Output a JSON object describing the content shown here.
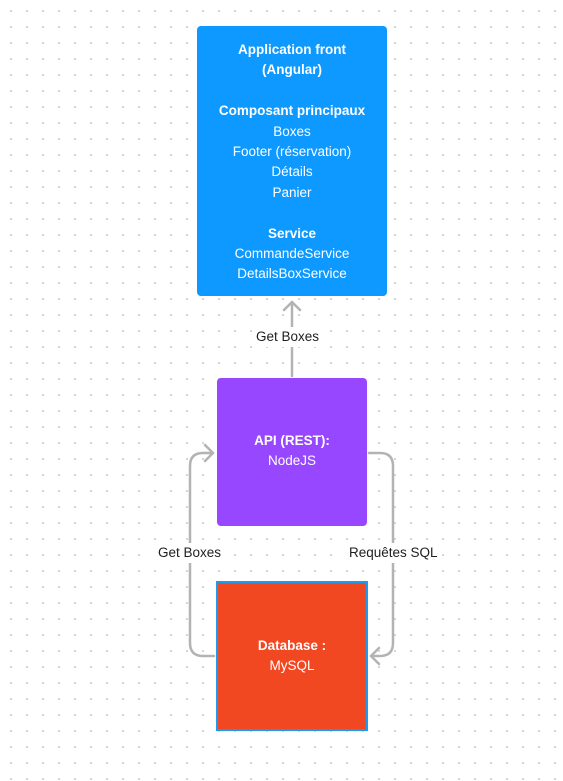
{
  "nodes": {
    "front": {
      "title_1": "Application front",
      "title_2": "(Angular)",
      "section_components": "Composant principaux",
      "components": [
        "Boxes",
        "Footer (réservation)",
        "Détails",
        "Panier"
      ],
      "section_service": "Service",
      "services": [
        "CommandeService",
        "DetailsBoxService"
      ],
      "color": "#0d99ff"
    },
    "api": {
      "title": "API (REST):",
      "subtitle": "NodeJS",
      "color": "#9747ff"
    },
    "database": {
      "title": "Database :",
      "subtitle": "MySQL",
      "color": "#f24822"
    }
  },
  "edges": {
    "api_to_front": {
      "label": "Get Boxes"
    },
    "db_to_api": {
      "label": "Get Boxes"
    },
    "api_to_db": {
      "label": "Requêtes SQL"
    }
  },
  "colors": {
    "connector": "#b3b3b3",
    "selection": "#1e9bf0"
  }
}
